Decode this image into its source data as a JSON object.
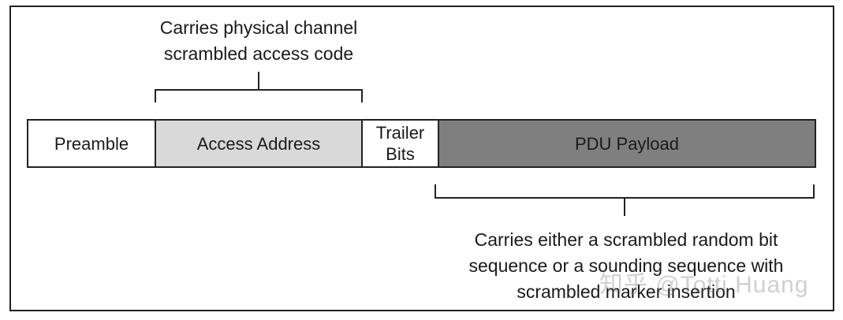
{
  "top_annotation": {
    "lines": [
      "Carries physical channel",
      "scrambled access code"
    ]
  },
  "fields": [
    {
      "label_lines": [
        "Preamble"
      ],
      "fill": "#ffffff"
    },
    {
      "label_lines": [
        "Access Address"
      ],
      "fill": "#d9d9d9"
    },
    {
      "label_lines": [
        "Trailer",
        "Bits"
      ],
      "fill": "#ffffff"
    },
    {
      "label_lines": [
        "PDU Payload"
      ],
      "fill": "#7f7f7f"
    }
  ],
  "bottom_annotation": {
    "lines": [
      "Carries either a scrambled random bit",
      "sequence or a sounding sequence with",
      "scrambled marker insertion"
    ]
  },
  "watermark": "知乎 @Totti Huang"
}
